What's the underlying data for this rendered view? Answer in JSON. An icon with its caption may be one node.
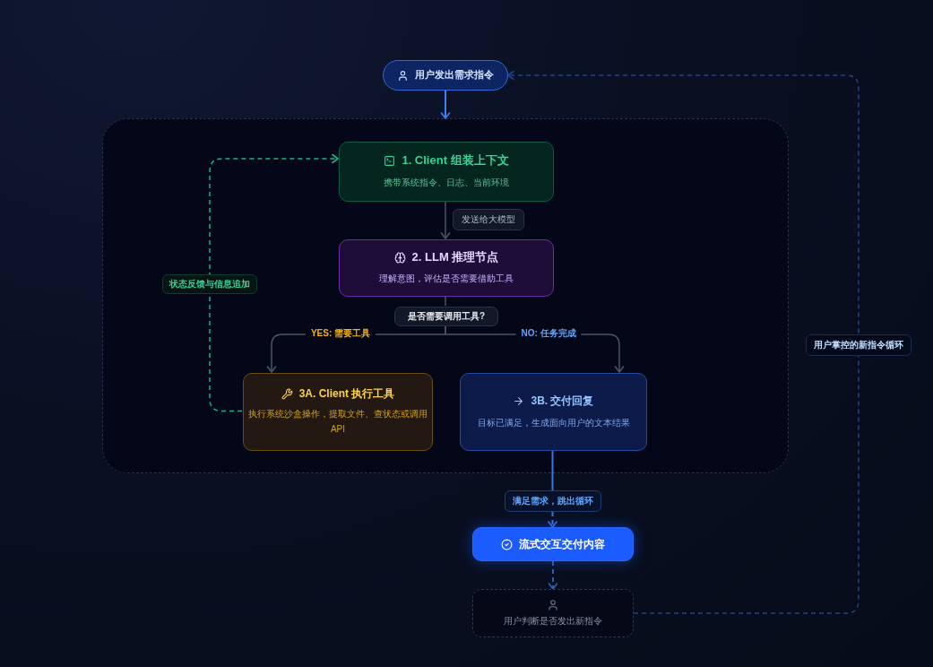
{
  "diagram": {
    "nodes": [
      {
        "text": [
          "用户发出需求指令"
        ]
      },
      {
        "text": [],
        "shape": "box"
      },
      {
        "text": [
          "1. Client 组装上下文",
          "携带系统指令、日志、当前环境"
        ],
        "in": 1
      },
      {
        "text": [
          "2. LLM 推理节点",
          "理解意图，评估是否需要借助工具"
        ],
        "in": 1
      },
      {
        "text": [
          "是否需要调用工具?"
        ],
        "in": 1
      },
      {
        "text": [
          "3A. Client 执行工具",
          "执行系统沙盒操作，提取文件、查状态或调用API"
        ],
        "in": 1
      },
      {
        "text": [
          "3B. 交付回复",
          "目标已满足，生成面向用户的文本结果"
        ],
        "in": 1
      },
      {
        "text": [
          "流式交互交付内容"
        ]
      },
      {
        "text": [
          "用户判断是否发出新指令"
        ]
      }
    ],
    "edges": [
      {
        "from": 0,
        "to": 1,
        "arrow": "to",
        "color": "#3b82f6"
      },
      {
        "from": 2,
        "to": 3,
        "label": "发送给大模型",
        "arrow": "to"
      },
      {
        "from": 3,
        "to": 4,
        "arrow": "none"
      },
      {
        "from": 4,
        "to": 5,
        "label": "YES: 需要工具",
        "arrow": "to"
      },
      {
        "from": 4,
        "to": 6,
        "label": "NO: 任务完成",
        "arrow": "to"
      },
      {
        "from": 5,
        "to": 2,
        "label": "状态反馈与信息追加",
        "arrow": "to",
        "style": "dashed",
        "color": "#10b981"
      },
      {
        "from": 6,
        "to": 7,
        "label": "满足需求，跳出循环",
        "arrow": "to",
        "style": "dashed",
        "color": "#3a76e0"
      },
      {
        "from": 7,
        "to": 8,
        "arrow": "to",
        "style": "dashed",
        "color": "#2d5db8"
      },
      {
        "from": 8,
        "to": 0,
        "label": "用户掌控的新指令循环",
        "arrow": "to",
        "style": "dashed",
        "color": "#21428a"
      }
    ]
  }
}
